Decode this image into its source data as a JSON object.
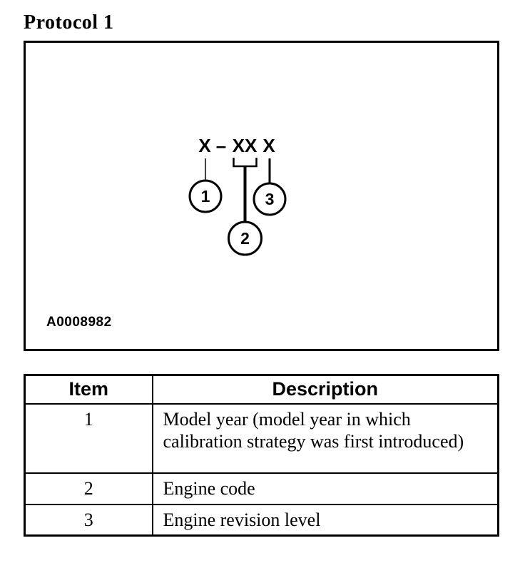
{
  "title": "Protocol 1",
  "colors": {
    "ink": "#000000",
    "paper": "#ffffff"
  },
  "figure": {
    "figure_id": "A0008982",
    "code": {
      "year_char": "X",
      "dash": "–",
      "engine_chars": "XX",
      "revision_char": "X"
    },
    "callouts": [
      "1",
      "2",
      "3"
    ]
  },
  "table": {
    "headers": [
      "Item",
      "Description"
    ],
    "rows": [
      {
        "item": "1",
        "description": "Model year (model year in which calibration strategy was first introduced)"
      },
      {
        "item": "2",
        "description": "Engine code"
      },
      {
        "item": "3",
        "description": "Engine revision level"
      }
    ]
  }
}
